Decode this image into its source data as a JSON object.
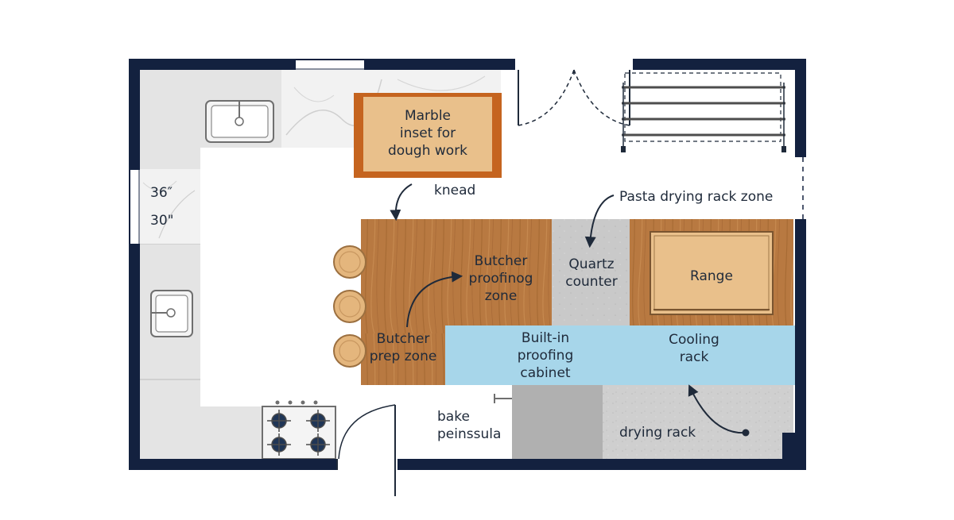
{
  "labels": {
    "marble_inset": "Marble\ninset for\ndough work",
    "knead": "knead",
    "pasta_zone": "Pasta drying rack zone",
    "dim_36": "36″",
    "dim_30": "30\"",
    "butcher_proofing": "Butcher\nproofinog\nzone",
    "quartz_counter": "Quartz\ncounter",
    "range": "Range",
    "butcher_prep": "Butcher\nprep zone",
    "proofing_cabinet": "Built-in\nproofing\ncabinet",
    "cooling_rack": "Cooling\nrack",
    "bake_peninsula": "bake\npeinssula",
    "drying_rack": "drying rack"
  },
  "icons": {
    "sink": "sink-icon",
    "cooktop": "cooktop-icon",
    "stool": "stool-icon",
    "arrow": "curved-arrow-icon",
    "rack": "drying-rack-icon",
    "door": "door-swing-icon"
  },
  "colors": {
    "wall": "#13213f",
    "counter": "#e4e4e4",
    "marble": "#f2f2f2",
    "marble_inset_fill": "#e9c08b",
    "marble_inset_border": "#c5641f",
    "butcher_wood": "#b87941",
    "quartz": "#c9c9c9",
    "range_fill": "#e9c08b",
    "proofing_blue": "#a7d6ea",
    "concrete": "#cfcfcf",
    "text": "#1f2a3a"
  }
}
